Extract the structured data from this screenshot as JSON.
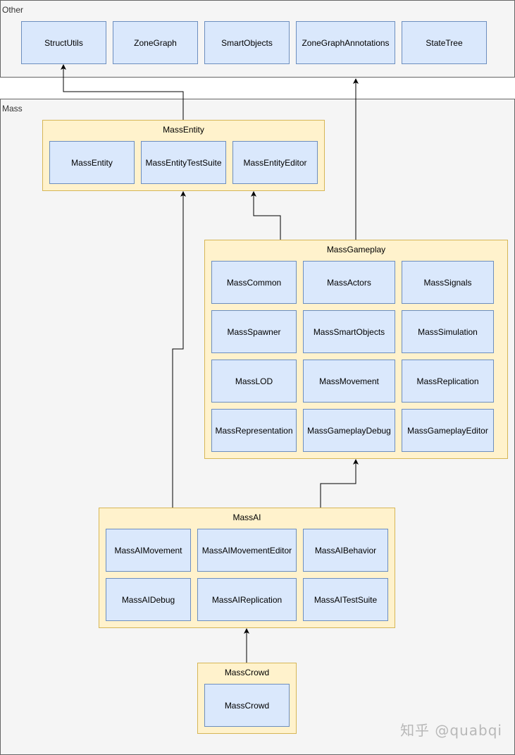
{
  "groups": {
    "other": {
      "label": "Other"
    },
    "mass": {
      "label": "Mass"
    }
  },
  "other_modules": [
    "StructUtils",
    "ZoneGraph",
    "SmartObjects",
    "ZoneGraphAnnotations",
    "StateTree"
  ],
  "mass_entity": {
    "title": "MassEntity",
    "modules": [
      "MassEntity",
      "MassEntityTestSuite",
      "MassEntityEditor"
    ]
  },
  "mass_gameplay": {
    "title": "MassGameplay",
    "modules": [
      "MassCommon",
      "MassActors",
      "MassSignals",
      "MassSpawner",
      "MassSmartObjects",
      "MassSimulation",
      "MassLOD",
      "MassMovement",
      "MassReplication",
      "MassRepresentation",
      "MassGameplayDebug",
      "MassGameplayEditor"
    ]
  },
  "mass_ai": {
    "title": "MassAI",
    "modules": [
      "MassAIMovement",
      "MassAIMovementEditor",
      "MassAIBehavior",
      "MassAIDebug",
      "MassAIReplication",
      "MassAITestSuite"
    ]
  },
  "mass_crowd": {
    "title": "MassCrowd",
    "modules": [
      "MassCrowd"
    ]
  },
  "dependencies": [
    {
      "from": "MassEntity",
      "to": "StructUtils"
    },
    {
      "from": "MassGameplay",
      "to": "ZoneGraphAnnotations"
    },
    {
      "from": "MassGameplay",
      "to": "MassEntity"
    },
    {
      "from": "MassAI",
      "to": "MassEntity"
    },
    {
      "from": "MassAI",
      "to": "MassGameplay"
    },
    {
      "from": "MassCrowd",
      "to": "MassAI"
    }
  ],
  "watermark": "知乎 @quabqi",
  "colors": {
    "group_fill": "#f5f5f5",
    "package_fill": "#fff2cc",
    "package_stroke": "#d6b656",
    "module_fill": "#dae8fc",
    "module_stroke": "#6c8ebf"
  }
}
